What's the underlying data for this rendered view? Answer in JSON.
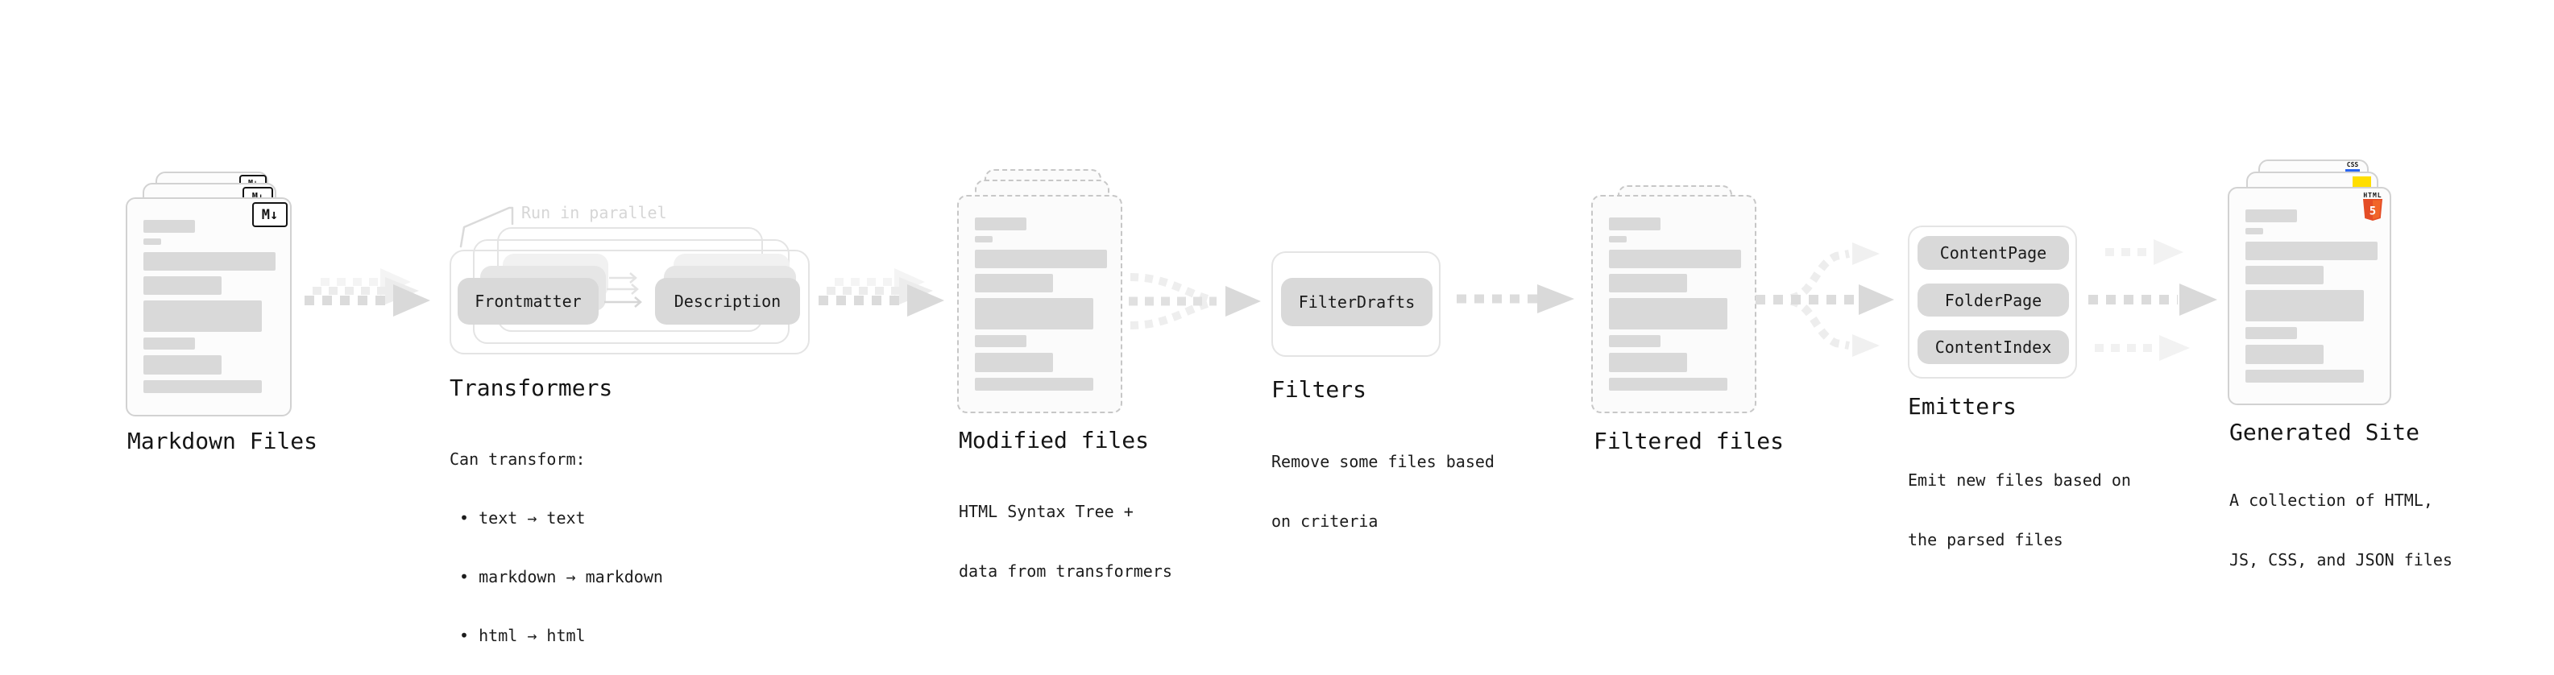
{
  "nodes": {
    "markdown_files": {
      "label": "Markdown Files",
      "file_badge": "M↓",
      "files_shown": 3
    },
    "transformers": {
      "label": "Transformers",
      "annotation": "Run in parallel",
      "pills": [
        "Frontmatter",
        "Description"
      ],
      "description_lines": [
        "Can transform:",
        " • text → text",
        " • markdown → markdown",
        " • html → html"
      ]
    },
    "modified_files": {
      "label": "Modified files",
      "description_lines": [
        "HTML Syntax Tree +",
        "data from transformers"
      ],
      "files_shown": 3
    },
    "filters": {
      "label": "Filters",
      "pills": [
        "FilterDrafts"
      ],
      "description_lines": [
        "Remove some files based",
        "on criteria"
      ]
    },
    "filtered_files": {
      "label": "Filtered files",
      "files_shown": 2
    },
    "emitters": {
      "label": "Emitters",
      "pills": [
        "ContentPage",
        "FolderPage",
        "ContentIndex"
      ],
      "description_lines": [
        "Emit new files based on",
        "the parsed files"
      ]
    },
    "generated_site": {
      "label": "Generated Site",
      "description_lines": [
        "A collection of HTML,",
        "JS, CSS, and JSON files"
      ],
      "badges": {
        "html5_label": "HTML",
        "html5_number": "5",
        "css": "CSS"
      }
    }
  },
  "colors": {
    "arrow_main": "#d9d9d9",
    "arrow_ghost": "#ebebeb",
    "skeleton_bar": "#d9d9d9",
    "pill_fill": "#d9d9d9",
    "annotation_text": "#d6d6d6",
    "html5_orange": "#E44D26",
    "html5_orange_light": "#F16529",
    "js_yellow": "#FFDE00",
    "css_blue": "#2965F1"
  }
}
